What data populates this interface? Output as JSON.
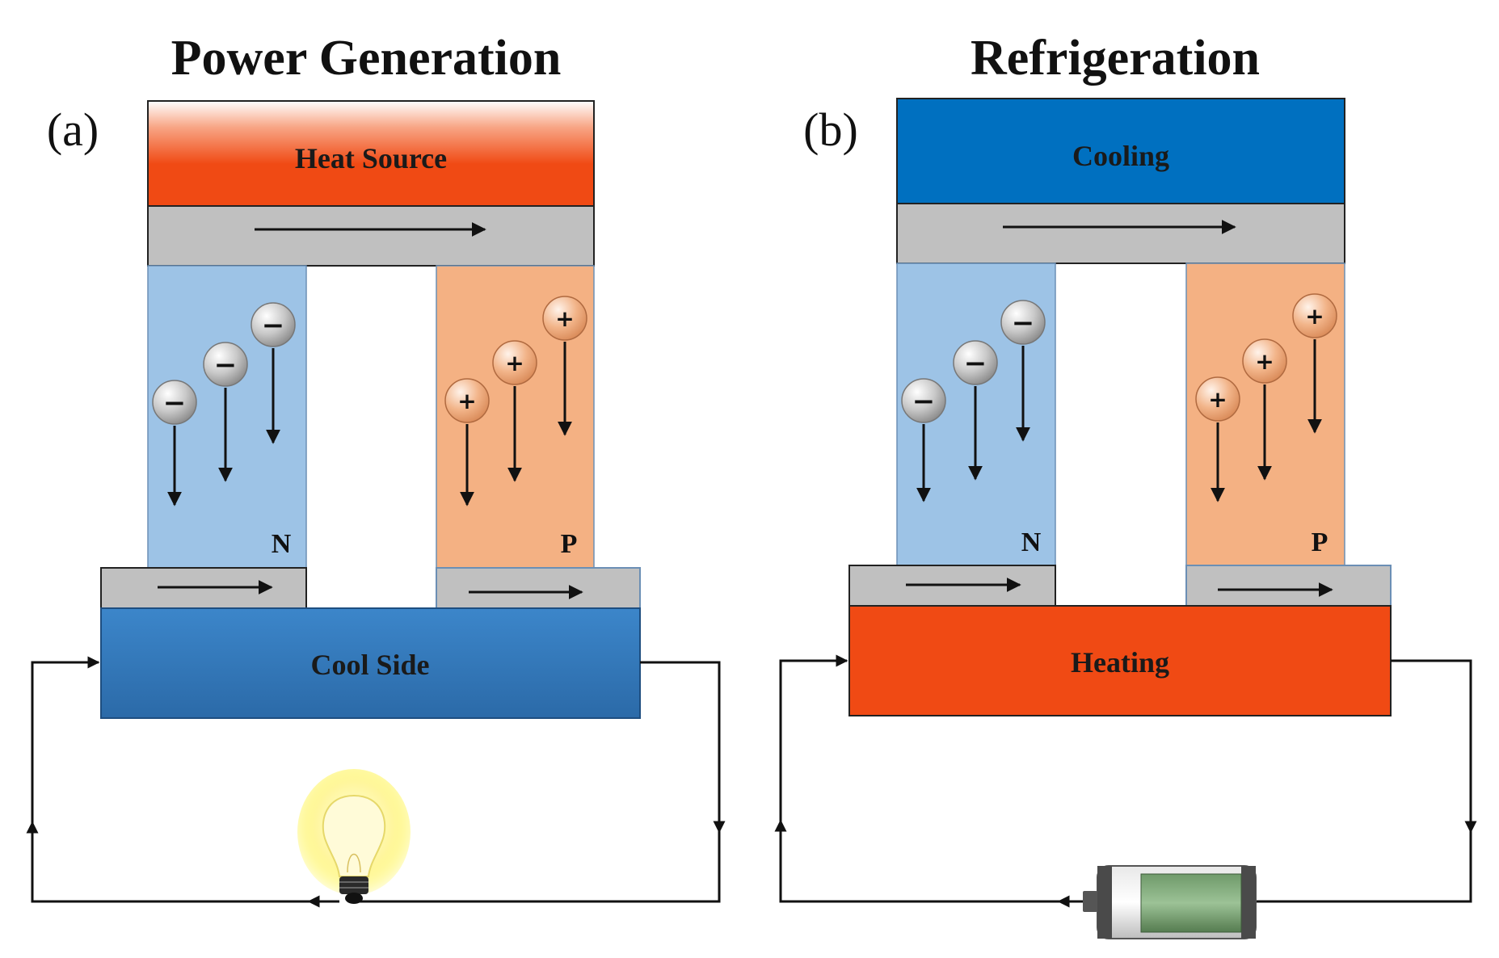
{
  "panels": [
    {
      "title": "Power Generation",
      "label": "(a)",
      "top_block": {
        "label": "Heat Source",
        "color": "#f04a14"
      },
      "bottom_block": {
        "label": "Cool Side",
        "color": "#2e74b5"
      },
      "n_leg": {
        "letter": "N",
        "color": "#9dc3e6"
      },
      "p_leg": {
        "letter": "P",
        "color": "#f4b183"
      },
      "circuit_device": "light-bulb-icon"
    },
    {
      "title": "Refrigeration",
      "label": "(b)",
      "top_block": {
        "label": "Cooling",
        "color": "#0070c0"
      },
      "bottom_block": {
        "label": "Heating",
        "color": "#f04a14"
      },
      "n_leg": {
        "letter": "N",
        "color": "#9dc3e6"
      },
      "p_leg": {
        "letter": "P",
        "color": "#f4b183"
      },
      "circuit_device": "battery-icon"
    }
  ],
  "carriers": {
    "negative_sign": "−",
    "positive_sign": "+"
  }
}
